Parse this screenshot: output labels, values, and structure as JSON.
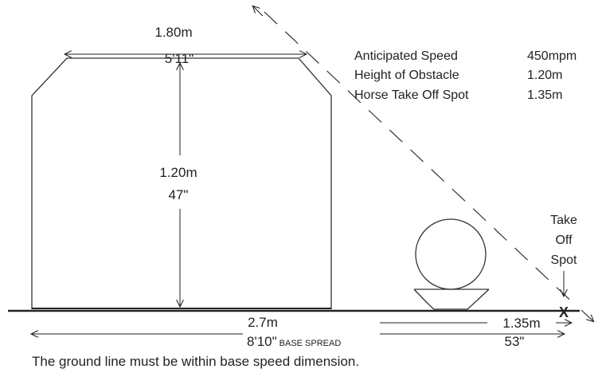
{
  "obstacle": {
    "top_width_metric": "1.80m",
    "top_width_imperial": "5'11\"",
    "height_metric": "1.20m",
    "height_imperial": "47\""
  },
  "specs": {
    "rows": [
      {
        "label": "Anticipated Speed",
        "value": "450mpm"
      },
      {
        "label": "Height of Obstacle",
        "value": "1.20m"
      },
      {
        "label": "Horse Take Off Spot",
        "value": "1.35m"
      }
    ]
  },
  "take_off": {
    "line1": "Take",
    "line2": "Off",
    "line3": "Spot",
    "marker": "X",
    "distance_metric": "1.35m",
    "distance_imperial": "53\""
  },
  "base": {
    "spread_metric": "2.7m",
    "spread_imperial": "8'10\"",
    "spread_tag": "BASE SPREAD"
  },
  "note": "The ground line must be within base speed dimension.",
  "colors": {
    "stroke": "#222222",
    "background": "#ffffff"
  }
}
